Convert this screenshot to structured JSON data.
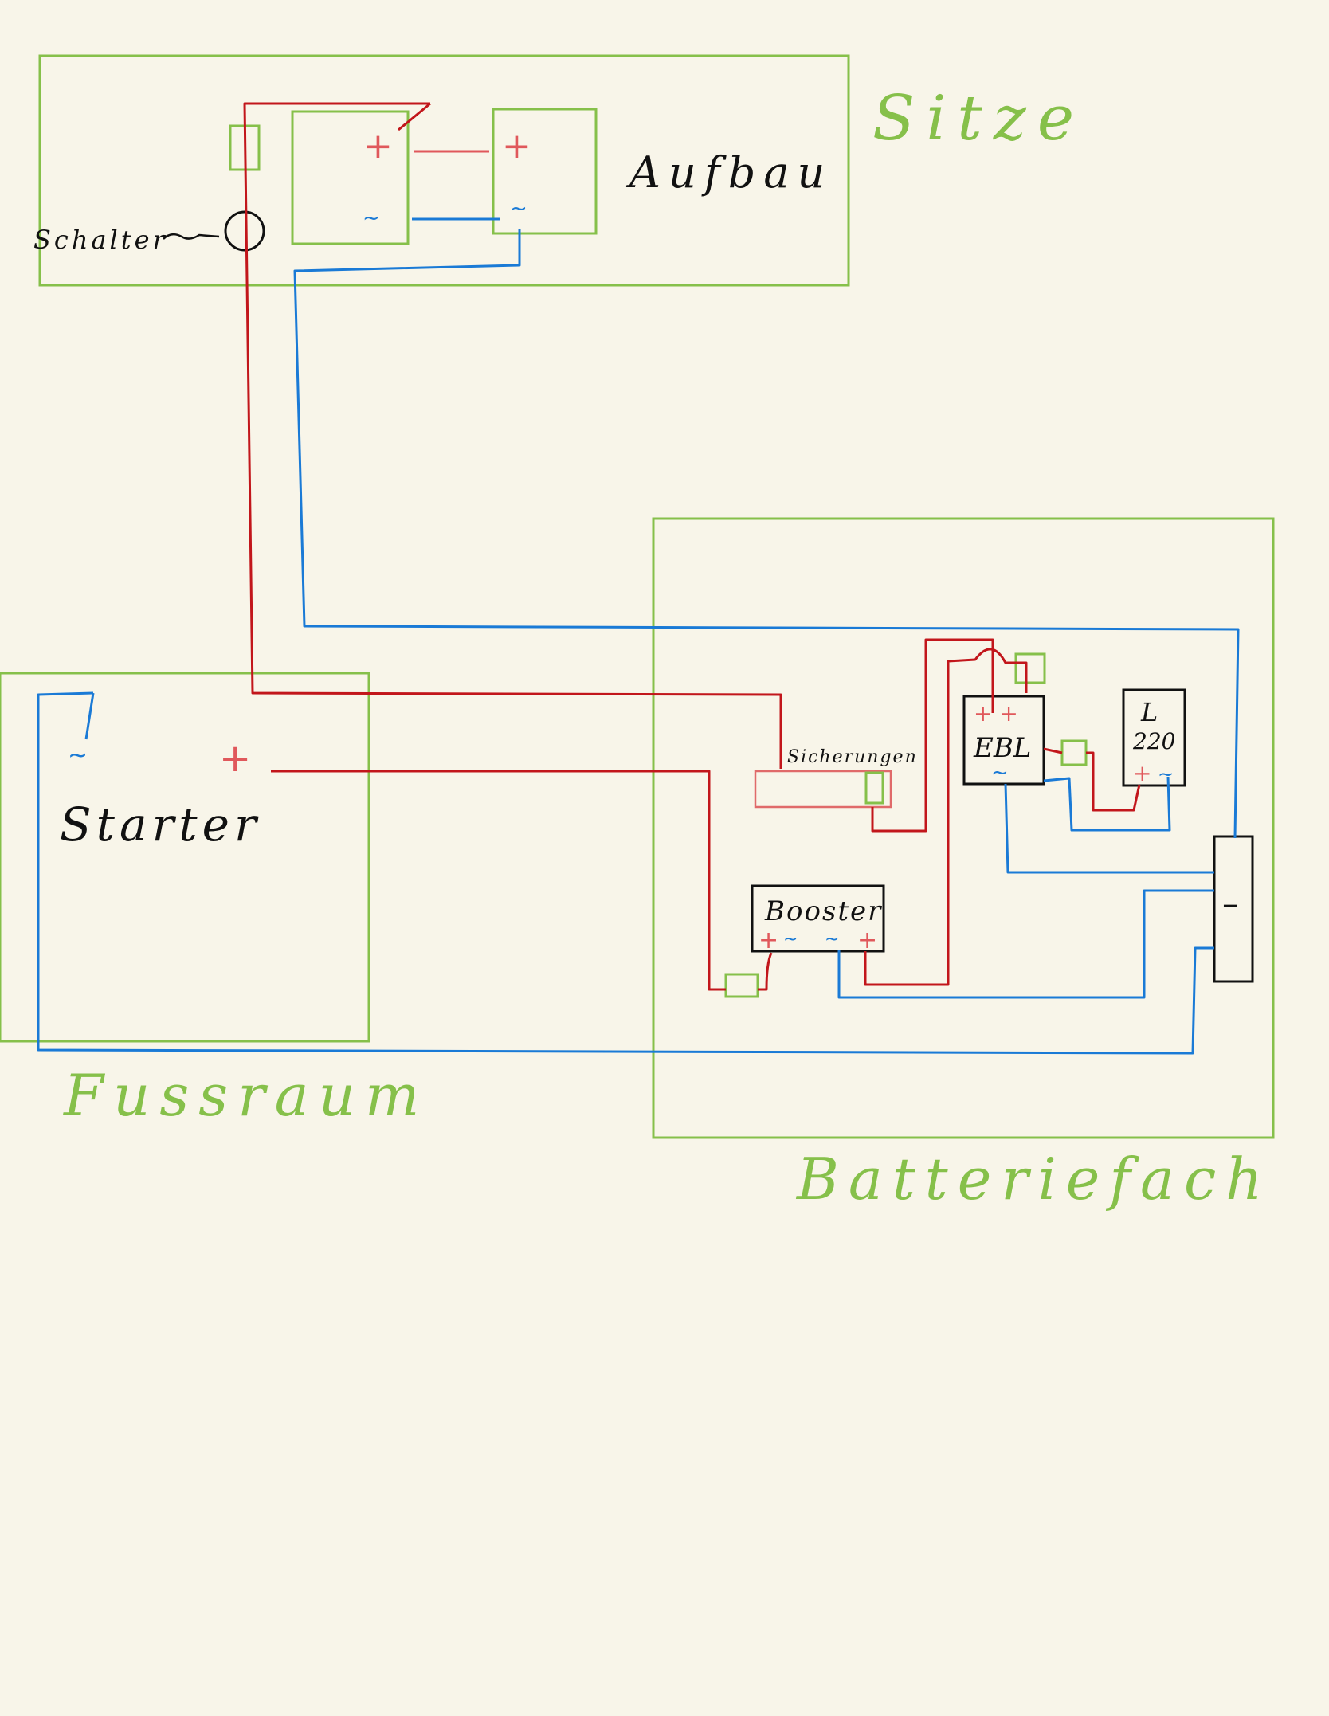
{
  "colors": {
    "background": "#f8f5e9",
    "zone": "#86c04a",
    "positive_wire": "#c2161b",
    "negative_wire": "#1a7ad6",
    "plus_mark": "#e0585b",
    "component": "#111111",
    "fuse_strip": "#e06a6a"
  },
  "zones": {
    "sitze": "Sitze",
    "aufbau": "Aufbau",
    "fussraum": "Fussraum",
    "batteriefach": "Batteriefach"
  },
  "labels": {
    "schalter": "Schalter",
    "starter": "Starter",
    "sicherungen": "Sicherungen",
    "booster": "Booster",
    "ebl": "EBL",
    "l220": "L\n220",
    "minus_bar": "–"
  },
  "marks": {
    "plus": "+",
    "minus": "~"
  }
}
